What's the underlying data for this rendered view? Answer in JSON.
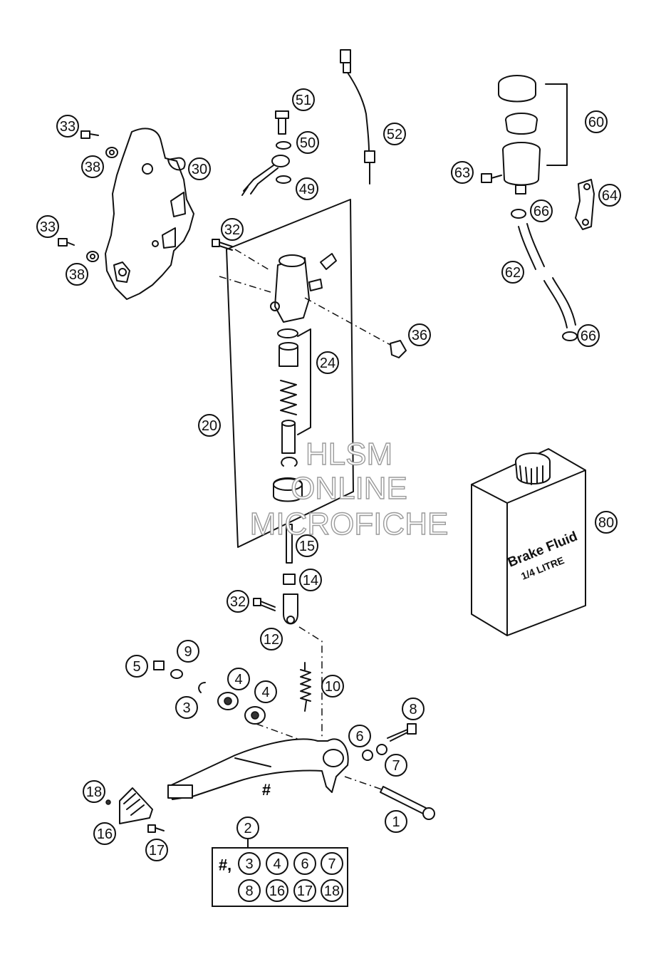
{
  "callouts": [
    {
      "id": "c33a",
      "label": "33"
    },
    {
      "id": "c38a",
      "label": "38"
    },
    {
      "id": "c30",
      "label": "30"
    },
    {
      "id": "c33b",
      "label": "33"
    },
    {
      "id": "c38b",
      "label": "38"
    },
    {
      "id": "c32a",
      "label": "32"
    },
    {
      "id": "c51",
      "label": "51"
    },
    {
      "id": "c50",
      "label": "50"
    },
    {
      "id": "c49",
      "label": "49"
    },
    {
      "id": "c52",
      "label": "52"
    },
    {
      "id": "c60",
      "label": "60"
    },
    {
      "id": "c63",
      "label": "63"
    },
    {
      "id": "c64",
      "label": "64"
    },
    {
      "id": "c66a",
      "label": "66"
    },
    {
      "id": "c62",
      "label": "62"
    },
    {
      "id": "c66b",
      "label": "66"
    },
    {
      "id": "c36",
      "label": "36"
    },
    {
      "id": "c24",
      "label": "24"
    },
    {
      "id": "c20",
      "label": "20"
    },
    {
      "id": "c80",
      "label": "80"
    },
    {
      "id": "c15",
      "label": "15"
    },
    {
      "id": "c14",
      "label": "14"
    },
    {
      "id": "c32b",
      "label": "32"
    },
    {
      "id": "c12",
      "label": "12"
    },
    {
      "id": "c5",
      "label": "5"
    },
    {
      "id": "c9",
      "label": "9"
    },
    {
      "id": "c4a",
      "label": "4"
    },
    {
      "id": "c4b",
      "label": "4"
    },
    {
      "id": "c3",
      "label": "3"
    },
    {
      "id": "c10",
      "label": "10"
    },
    {
      "id": "c8",
      "label": "8"
    },
    {
      "id": "c6",
      "label": "6"
    },
    {
      "id": "c7",
      "label": "7"
    },
    {
      "id": "c18",
      "label": "18"
    },
    {
      "id": "c1",
      "label": "1"
    },
    {
      "id": "c16",
      "label": "16"
    },
    {
      "id": "c17",
      "label": "17"
    },
    {
      "id": "c2",
      "label": "2"
    }
  ],
  "pedal_mark": "#",
  "kit_box": {
    "prefix": "#,",
    "items": [
      "3",
      "4",
      "6",
      "7",
      "8",
      "16",
      "17",
      "18"
    ]
  },
  "brake_fluid": {
    "line1": "Brake Fluid",
    "line2": "1/4 LITRE"
  },
  "watermark": {
    "line1": "HLSM",
    "line2": "ONLINE",
    "line3": "MICROFICHE"
  }
}
